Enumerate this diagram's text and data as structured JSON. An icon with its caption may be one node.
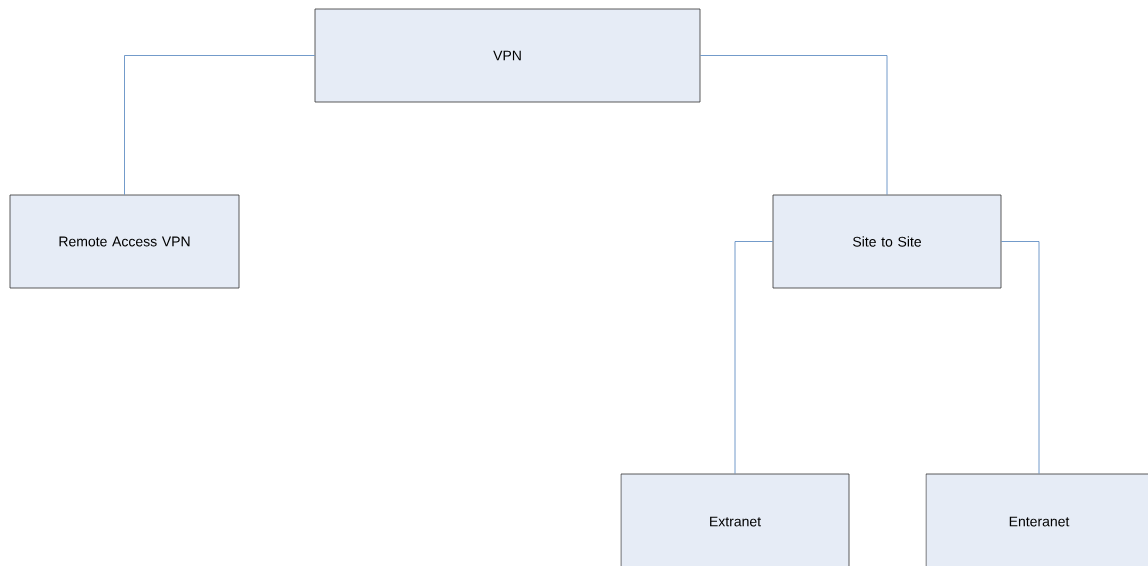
{
  "diagram": {
    "nodes": [
      {
        "text": [
          "VPN"
        ]
      },
      {
        "text": [
          "Remote Access VPN"
        ]
      },
      {
        "text": [
          "Site to Site"
        ]
      },
      {
        "text": [
          "Extranet"
        ]
      },
      {
        "text": [
          "Enteranet"
        ]
      }
    ],
    "edges": [
      {
        "from": 0,
        "to": 1,
        "arrow": "none"
      },
      {
        "from": 0,
        "to": 2,
        "arrow": "none"
      },
      {
        "from": 2,
        "to": 3,
        "arrow": "none"
      },
      {
        "from": 2,
        "to": 4,
        "arrow": "none"
      }
    ]
  }
}
